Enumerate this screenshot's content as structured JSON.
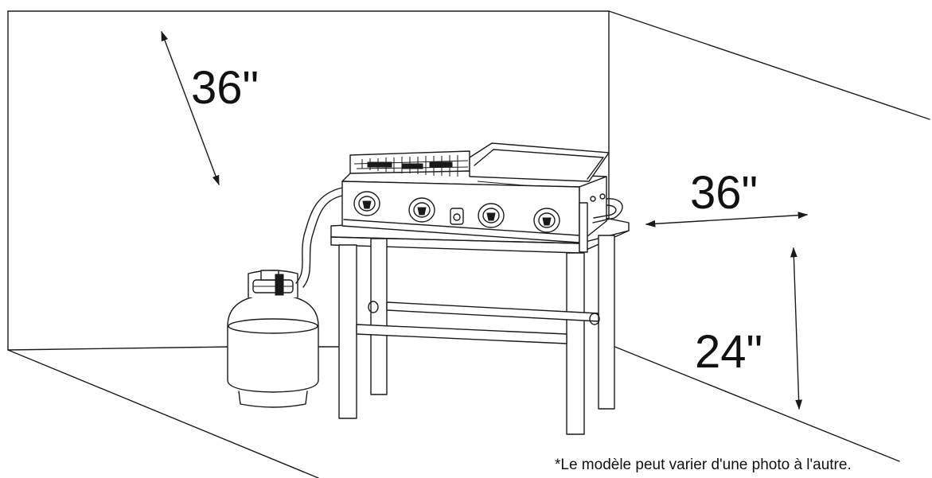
{
  "clearances": {
    "top": "36\"",
    "side": "36\"",
    "height": "24\""
  },
  "disclaimer": "*Le modèle peut varier d'une photo à l'autre.",
  "colors": {
    "line": "#1a1a1a",
    "background": "#ffffff"
  }
}
